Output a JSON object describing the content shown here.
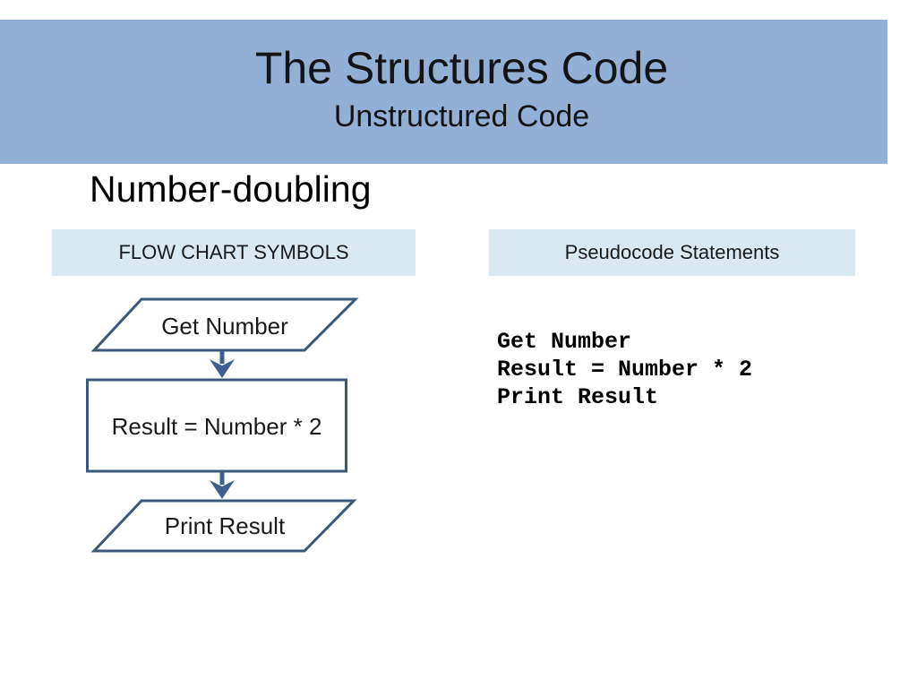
{
  "slide": {
    "title": "The Structures Code",
    "subtitle": "Unstructured Code",
    "heading": "Number-doubling"
  },
  "columns": {
    "left_header": "FLOW CHART SYMBOLS",
    "right_header": "Pseudocode Statements"
  },
  "flowchart": {
    "nodes": [
      {
        "id": "input",
        "shape": "parallelogram",
        "label": "Get Number"
      },
      {
        "id": "process",
        "shape": "rectangle",
        "label": "Result = Number * 2"
      },
      {
        "id": "output",
        "shape": "parallelogram",
        "label": "Print Result"
      }
    ],
    "connections": [
      {
        "from": "input",
        "to": "process"
      },
      {
        "from": "process",
        "to": "output"
      }
    ]
  },
  "pseudocode": {
    "lines": [
      "Get Number",
      "Result = Number * 2",
      "Print Result"
    ]
  },
  "colors": {
    "title_band_bg": "#92AFD6",
    "column_header_bg": "#DAE8F2",
    "shape_border": "#3C5878",
    "arrow": "#3F608F",
    "text": "#1A1A1A"
  }
}
